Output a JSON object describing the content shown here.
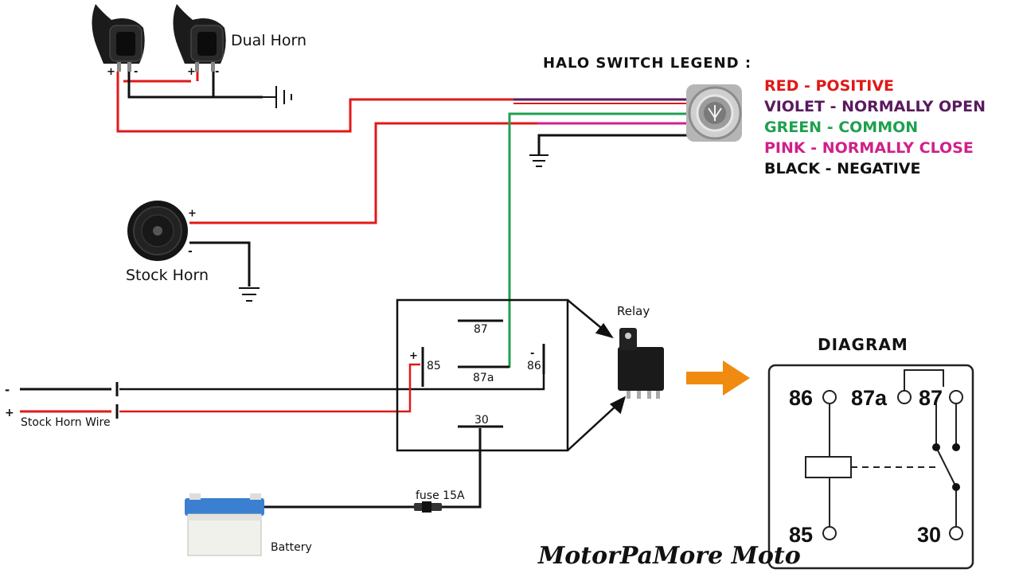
{
  "labels": {
    "dual_horn": "Dual Horn",
    "stock_horn": "Stock Horn",
    "relay": "Relay",
    "stock_horn_wire": "Stock Horn Wire",
    "fuse": "fuse 15A",
    "battery": "Battery",
    "plus": "+",
    "minus": "-"
  },
  "legend": {
    "title": "HALO SWITCH LEGEND :",
    "items": [
      {
        "text": "RED - POSITIVE",
        "color": "#e01919"
      },
      {
        "text": "VIOLET - NORMALLY OPEN",
        "color": "#5a1a5e"
      },
      {
        "text": "GREEN - COMMON",
        "color": "#20a050"
      },
      {
        "text": "PINK - NORMALLY CLOSE",
        "color": "#d0208a"
      },
      {
        "text": "BLACK - NEGATIVE",
        "color": "#111111"
      }
    ]
  },
  "relay_pins": {
    "p87": "87",
    "p87a": "87a",
    "p85": "85",
    "p86": "86",
    "p30": "30"
  },
  "diagram": {
    "title": "DIAGRAM",
    "p86": "86",
    "p87a": "87a",
    "p87": "87",
    "p85": "85",
    "p30": "30"
  },
  "brand": "MotorPaMore Moto",
  "colors": {
    "red": "#e01919",
    "black": "#111111",
    "green": "#20a050",
    "violet": "#5a1a5e",
    "pink": "#d0208a",
    "arrow": "#f08a10"
  }
}
